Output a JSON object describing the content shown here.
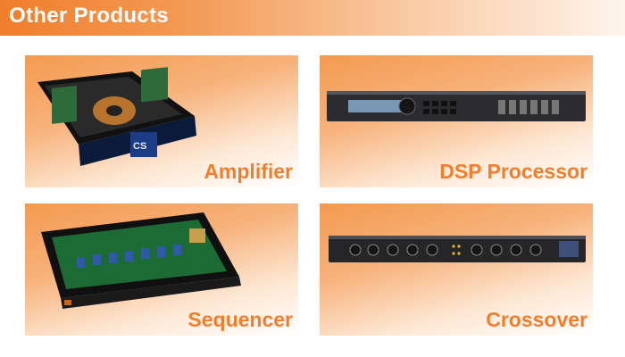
{
  "header": {
    "title": "Other Products"
  },
  "products": [
    {
      "label": "Amplifier"
    },
    {
      "label": "DSP Processor"
    },
    {
      "label": "Sequencer"
    },
    {
      "label": "Crossover"
    }
  ],
  "colors": {
    "accent": "#f07e2c",
    "card_top": "#f39a50",
    "card_bottom": "#ffffff"
  }
}
